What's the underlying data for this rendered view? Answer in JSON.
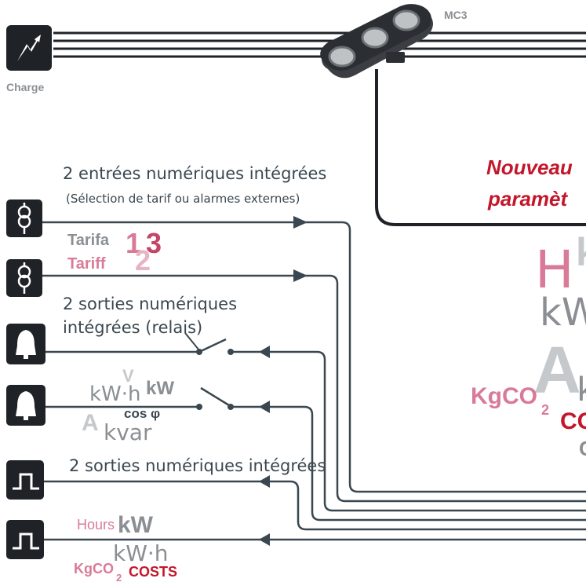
{
  "colors": {
    "ink": "#1f2328",
    "line": "#3a4750",
    "grey_text": "#8b8f93",
    "light_grey": "#c6c9cc",
    "pink": "#d97b98",
    "red": "#c4162a",
    "icon_bg": "#1f2328"
  },
  "meter_label": "MC3",
  "charge_label": "Charge",
  "inputs": {
    "title": "2 entrées numériques intégrées",
    "subtitle": "(Sélection de tarif ou alarmes externes)",
    "tarifa": "Tarifa",
    "tariff": "Tariff",
    "n1": "1",
    "n2": "2",
    "n3": "3"
  },
  "relays": {
    "title_line1": "2 sorties numériques",
    "title_line2": "intégrées (relais)"
  },
  "relay_params": {
    "v": "V",
    "kw": "kW",
    "kwh": "kW·h",
    "cosphi": "cos φ",
    "a": "A",
    "kvar": "kvar"
  },
  "pulses": {
    "title": "2 sorties numériques intégrées"
  },
  "pulse_params": {
    "hours": "Hours",
    "kw": "kW",
    "kwh": "kW·h",
    "kgco": "KgCO",
    "sub2": "2",
    "costs": "COSTS"
  },
  "right_panel": {
    "line1": "Nouveau",
    "line2": "paramèt",
    "big_h": "H",
    "big_k": "k",
    "kw": "kW",
    "big_a": "A",
    "kgco": "KgCO",
    "sub2": "2",
    "co": "CO",
    "c": "C"
  },
  "icons": [
    "lightning-icon",
    "transformer-icon",
    "transformer-icon",
    "bell-icon",
    "bell-icon",
    "pulse-icon",
    "pulse-icon"
  ]
}
